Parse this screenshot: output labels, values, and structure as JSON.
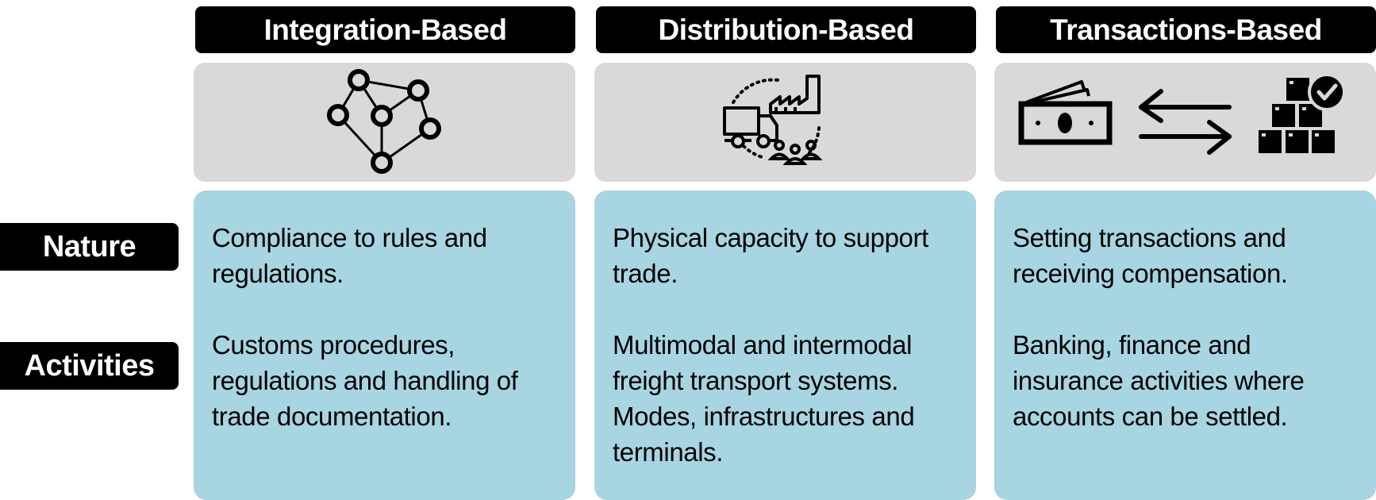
{
  "rows": {
    "nature": "Nature",
    "activities": "Activities"
  },
  "columns": [
    {
      "header": "Integration-Based",
      "icon": "network-nodes-icon",
      "nature": "Compliance to rules and regulations.",
      "activities": "Customs procedures, regulations and handling of trade documentation."
    },
    {
      "header": "Distribution-Based",
      "icon": "truck-factory-people-cycle-icon",
      "nature": "Physical capacity to support trade.",
      "activities": "Multimodal and intermodal freight transport systems. Modes, infrastructures and terminals."
    },
    {
      "header": "Transactions-Based",
      "icon": "money-exchange-boxes-icon",
      "nature": "Setting transactions and receiving compensation.",
      "activities": "Banking, finance and insurance activities where accounts can be settled."
    }
  ],
  "colors": {
    "header_bg": "#000000",
    "icon_panel_bg": "#d9d9d9",
    "text_panel_bg": "#a8d5e2"
  }
}
